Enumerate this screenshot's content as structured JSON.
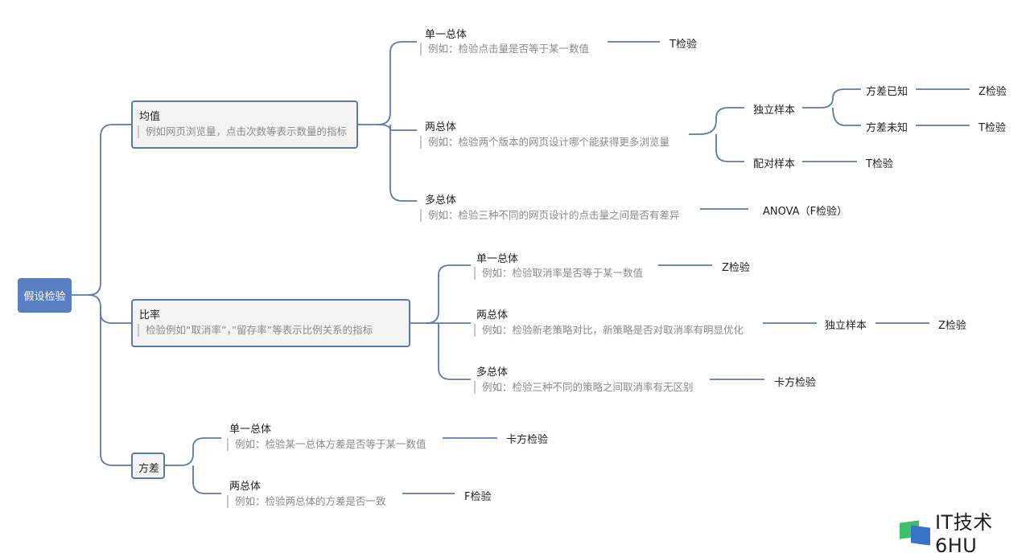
{
  "root": {
    "label": "假设检验"
  },
  "mean": {
    "label": "均值",
    "note": "例如网页浏览量，点击次数等表示数量的指标",
    "single": {
      "label": "单一总体",
      "note": "例如：检验点击量是否等于某一数值",
      "result": "T检验"
    },
    "two": {
      "label": "两总体",
      "note": "例如：检验两个版本的网页设计哪个能获得更多浏览量",
      "independent": {
        "label": "独立样本",
        "known": {
          "label": "方差已知",
          "result": "Z检验"
        },
        "unknown": {
          "label": "方差未知",
          "result": "T检验"
        }
      },
      "paired": {
        "label": "配对样本",
        "result": "T检验"
      }
    },
    "multi": {
      "label": "多总体",
      "note": "例如：检验三种不同的网页设计的点击量之间是否有差异",
      "result": "ANOVA（F检验）"
    }
  },
  "ratio": {
    "label": "比率",
    "note": "检验例如“取消率”，”留存率”等表示比例关系的指标",
    "single": {
      "label": "单一总体",
      "note": "例如：检验取消率是否等于某一数值",
      "result": "Z检验"
    },
    "two": {
      "label": "两总体",
      "note": "例如：检验新老策略对比，新策略是否对取消率有明显优化",
      "sample": "独立样本",
      "result": "Z检验"
    },
    "multi": {
      "label": "多总体",
      "note": "例如：检验三种不同的策略之间取消率有无区别",
      "result": "卡方检验"
    }
  },
  "variance": {
    "label": "方差",
    "single": {
      "label": "单一总体",
      "note": "例如：检验某一总体方差是否等于某一数值",
      "result": "卡方检验"
    },
    "two": {
      "label": "两总体",
      "note": "例如：检验两总体的方差是否一致",
      "result": "F检验"
    }
  },
  "logo": {
    "text": "IT技术6HU"
  },
  "colors": {
    "line": "#5b79ad",
    "root": "#5a7ec2",
    "note": "#8a8a8a"
  }
}
